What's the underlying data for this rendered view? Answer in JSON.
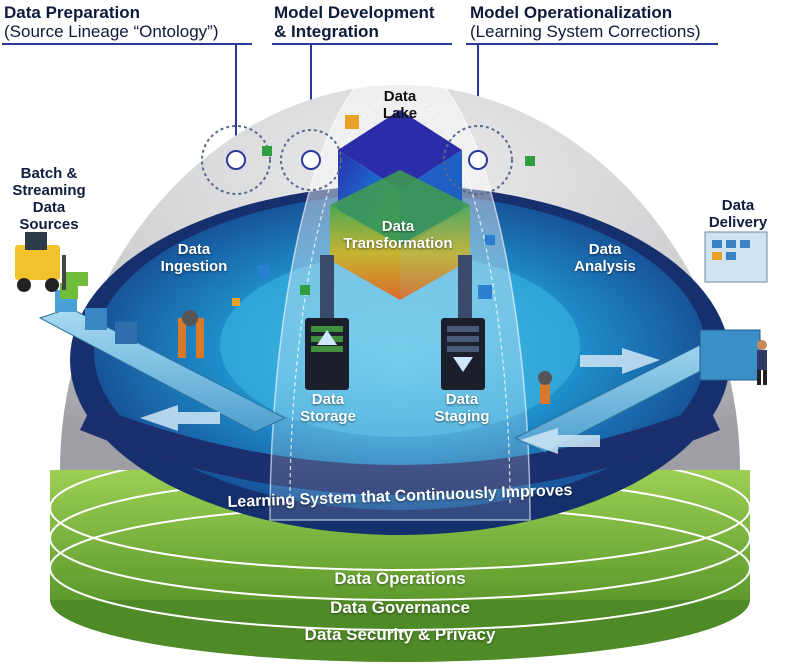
{
  "headers": {
    "prep": {
      "title": "Data Preparation",
      "subtitle": "(Source Lineage “Ontology”)"
    },
    "dev": {
      "title_line1": "Model Development",
      "title_line2": "& Integration"
    },
    "ops": {
      "title": "Model Operationalization",
      "subtitle": "(Learning System Corrections)"
    }
  },
  "labels": {
    "batch_sources": [
      "Batch &",
      "Streaming",
      "Data",
      "Sources"
    ],
    "data_delivery": [
      "Data",
      "Delivery"
    ],
    "data_lake": [
      "Data",
      "Lake"
    ],
    "data_transformation": [
      "Data",
      "Transformation"
    ],
    "data_ingestion": [
      "Data",
      "Ingestion"
    ],
    "data_analysis": [
      "Data",
      "Analysis"
    ],
    "data_storage": [
      "Data",
      "Storage"
    ],
    "data_staging": [
      "Data",
      "Staging"
    ]
  },
  "ring_text": "Learning System that Continuously Improves",
  "bands": [
    "Data Operations",
    "Data Governance",
    "Data Security & Privacy"
  ],
  "colors": {
    "header_rule": "#2b3a9a",
    "dome": "#c9c9cb",
    "pool_outer": "#1c3f8c",
    "pool_inner": "#2fa6d6",
    "green_band": "#7dba3c",
    "green_dark": "#4e8a26",
    "ring": "#1b2f6e",
    "lake_cube": "#1f2f9e"
  },
  "icons": [
    "forklift-icon",
    "conveyor-belt-icon",
    "robot-arm-icon",
    "server-icon",
    "monitor-dashboard-icon",
    "person-icon",
    "target-circle-icon",
    "cube-icon"
  ]
}
